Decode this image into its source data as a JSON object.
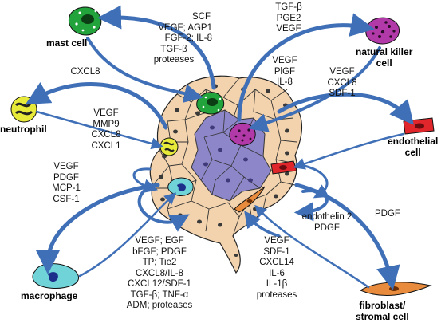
{
  "cells": {
    "mast_cell": "mast cell",
    "nk_cell": [
      "natural killer",
      "cell"
    ],
    "neutrophil": "neutrophil",
    "endothelial_cell": [
      "endothelial",
      "cell"
    ],
    "macrophage": "macrophage",
    "fibroblast": [
      "fibroblast/",
      "stromal cell"
    ]
  },
  "factor_groups": {
    "mast_cell_factors": [
      "SCF",
      "VEGF; AGP1",
      "FGF-2; IL-8",
      "TGF-β",
      "proteases"
    ],
    "nk_cell_factors": [
      "TGF-β",
      "PGE2",
      "VEGF"
    ],
    "nk_to_tumor": [
      "VEGF",
      "PlGF",
      "IL-8"
    ],
    "endothelial_factors": [
      "VEGF",
      "CXCL8",
      "SDF-1"
    ],
    "neutrophil_recruit": [
      "CXCL8"
    ],
    "neutrophil_factors": [
      "VEGF",
      "MMP9",
      "CXCL8",
      "CXCL1"
    ],
    "macrophage_recruit": [
      "VEGF",
      "PDGF",
      "MCP-1",
      "CSF-1"
    ],
    "macrophage_factors": [
      "VEGF; EGF",
      "bFGF; PDGF",
      "TP; Tie2",
      "CXCL8/IL-8",
      "CXCL12/SDF-1",
      "TGF-β; TNF-α",
      "ADM; proteases"
    ],
    "fibroblast_factors": [
      "VEGF",
      "SDF-1",
      "CXCL14",
      "IL-6",
      "IL-1β",
      "proteases"
    ],
    "endothelin": [
      "endothelin 2",
      "PDGF"
    ],
    "pdgf": [
      "PDGF"
    ]
  },
  "colors": {
    "arrow": "#3f6fb6",
    "tumor_cell": "#f3d3ad",
    "core_cell": "#8d86c9",
    "mast": "#22a33b",
    "nk": "#b23aa8",
    "neutrophil": "#e8ea3a",
    "endothelial": "#e0262a",
    "macrophage": "#6fd3d8",
    "fibroblast": "#e98b3c"
  }
}
